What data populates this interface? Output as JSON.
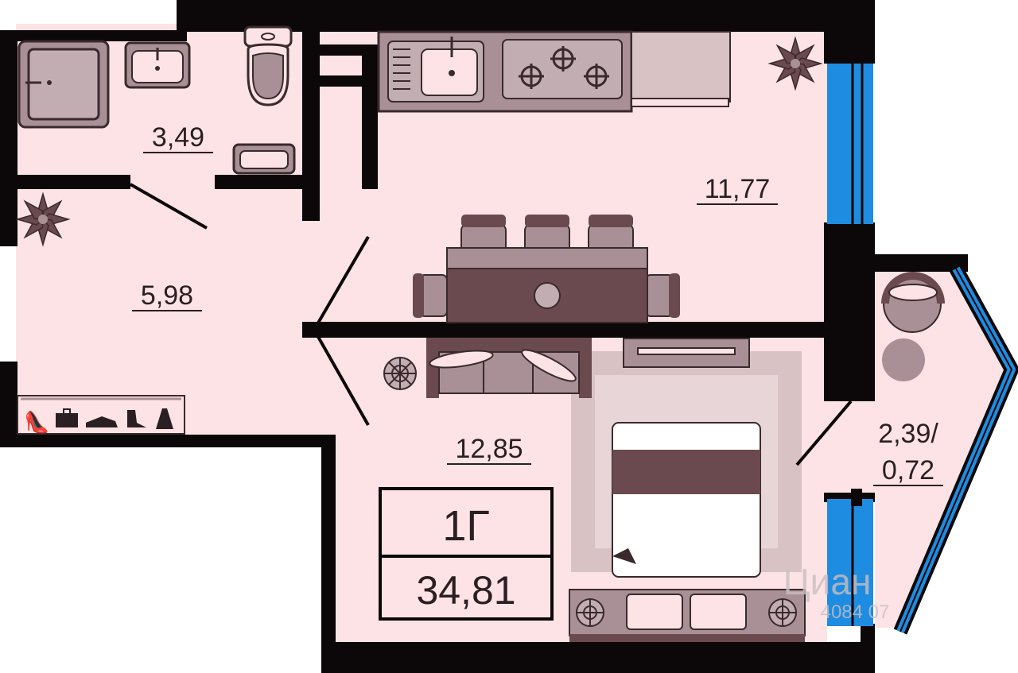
{
  "plan": {
    "type": "1Г",
    "total_area": "34,81",
    "rooms": [
      {
        "id": "bathroom",
        "area": "3,49"
      },
      {
        "id": "kitchen",
        "area": "11,77"
      },
      {
        "id": "hallway",
        "area": "5,98"
      },
      {
        "id": "living_room",
        "area": "12,85"
      },
      {
        "id": "balcony",
        "area_line1": "2,39/",
        "area_line2": "0,72"
      }
    ]
  },
  "watermark": {
    "brand": "Циан",
    "number": "4084 07"
  },
  "colors": {
    "floor": "#fde3e5",
    "walls": "#0c0708",
    "furniture_dark": "#6a4a4e",
    "furniture_mid": "#a99096",
    "furniture_light": "#c2aeb2",
    "window_blue": "#1e8ce0",
    "rug": "#d9c2c4"
  },
  "icons": [
    "plant-icon",
    "shoe-icon",
    "bag-icon",
    "sneaker-icon",
    "boot-icon",
    "dress-icon"
  ]
}
